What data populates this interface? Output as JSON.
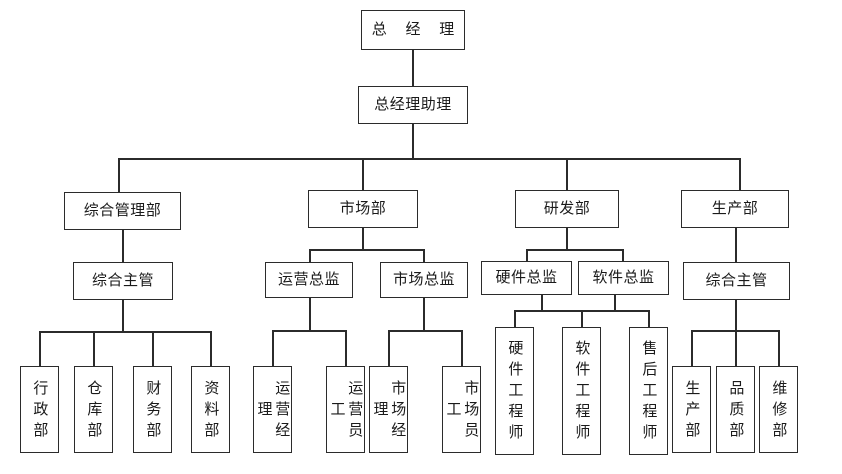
{
  "chart": {
    "title_node": "总 经 理",
    "type": "organization-chart",
    "orientation": "top-down",
    "background_color": "#ffffff",
    "line_color": "#2b2b2b",
    "text_color": "#1a1a1a"
  },
  "nodes": {
    "general_manager": "总 经 理",
    "gm_assistant": "总经理助理",
    "dept_admin": "综合管理部",
    "dept_market": "市场部",
    "dept_rd": "研发部",
    "dept_production": "生产部",
    "admin_supervisor": "综合主管",
    "ops_director": "运营总监",
    "market_director": "市场总监",
    "hardware_director": "硬件总监",
    "software_director": "软件总监",
    "production_supervisor": "综合主管",
    "admin_office": "行政部",
    "warehouse": "仓库部",
    "finance": "财务部",
    "archives": "资料部",
    "ops_manager": "运营经理",
    "ops_staff": "运营员工",
    "market_manager": "市场经理",
    "market_staff": "市场员工",
    "hardware_engineer": "硬件工程师",
    "software_engineer": "软件工程师",
    "aftersales_engineer": "售后工程师",
    "production_dept": "生产部",
    "quality_dept": "品质部",
    "maintenance_dept": "维修部"
  },
  "levels": {
    "level_1": [
      "总 经 理"
    ],
    "level_2": [
      "总经理助理"
    ],
    "level_3": [
      "综合管理部",
      "市场部",
      "研发部",
      "生产部"
    ],
    "level_4": [
      "综合主管",
      "运营总监",
      "市场总监",
      "硬件总监",
      "软件总监",
      "综合主管"
    ],
    "level_5": [
      "行政部",
      "仓库部",
      "财务部",
      "资料部",
      "运营经理",
      "运营员工",
      "市场经理",
      "市场员工",
      "硬件工程师",
      "软件工程师",
      "售后工程师",
      "生产部",
      "品质部",
      "维修部"
    ]
  }
}
